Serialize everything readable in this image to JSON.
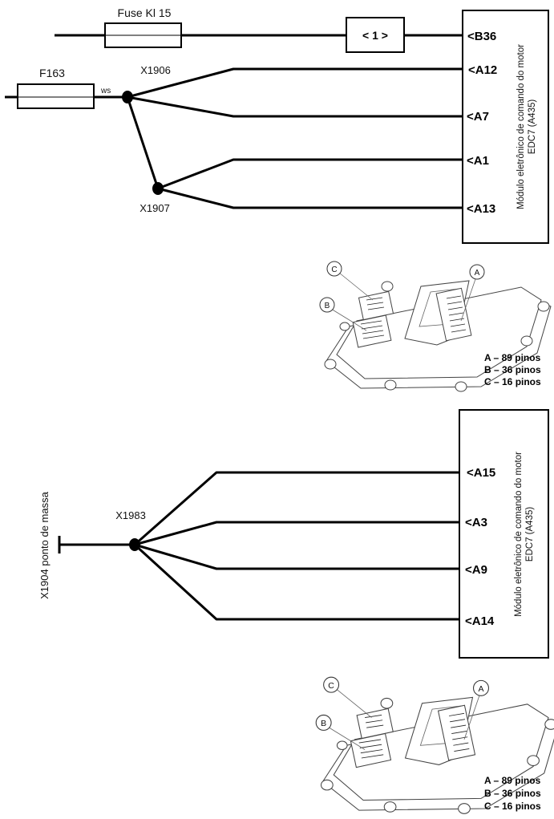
{
  "diagram_top": {
    "fuse_kl15_label": "Fuse Kl 15",
    "relay_label": "< 1 >",
    "f163_label": "F163",
    "wire_color_label": "ws",
    "splice_x1906": "X1906",
    "splice_x1907": "X1907",
    "module_title_line1": "Módulo eletrônico de comando do motor",
    "module_title_line2": "EDC7 (A435)",
    "pins": [
      "<B36",
      "<A12",
      "<A7",
      "<A1",
      "<A13"
    ]
  },
  "connector_image_top": {
    "callouts": [
      "C",
      "B",
      "A"
    ],
    "legend": [
      "A – 89 pinos",
      "B – 36 pinos",
      "C – 16 pinos"
    ]
  },
  "diagram_bottom": {
    "ground_label": "X1904 ponto de massa",
    "splice_x1983": "X1983",
    "module_title_line1": "Módulo eletrônico de comando do motor",
    "module_title_line2": "EDC7 (A435)",
    "pins": [
      "<A15",
      "<A3",
      "<A9",
      "<A14"
    ]
  },
  "connector_image_bottom": {
    "callouts": [
      "C",
      "B",
      "A"
    ],
    "legend": [
      "A – 89 pinos",
      "B – 36 pinos",
      "C – 16 pinos"
    ]
  }
}
